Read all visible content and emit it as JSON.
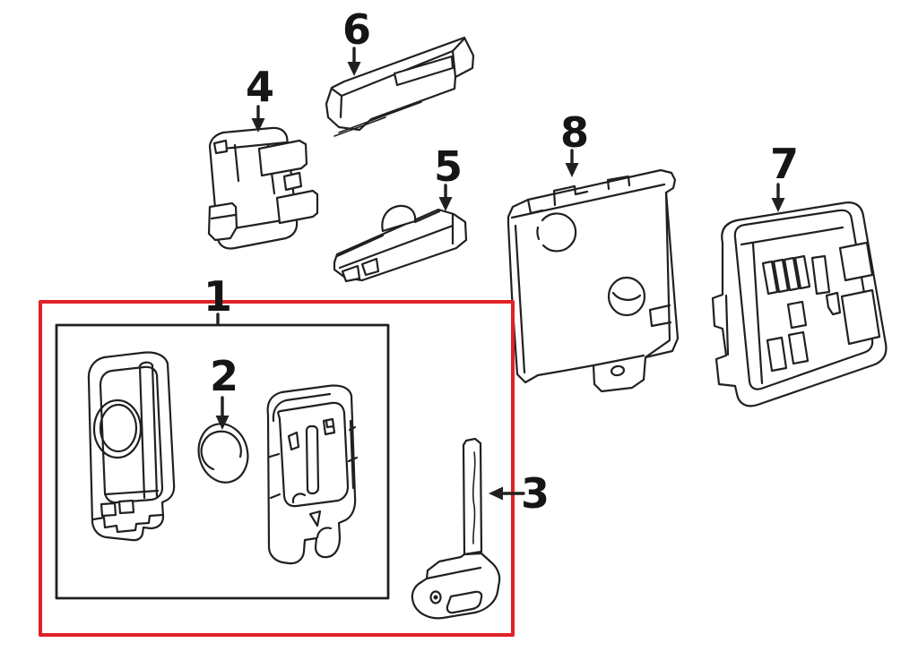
{
  "canvas": {
    "background": "#ffffff"
  },
  "colors": {
    "line": "#231f20",
    "highlight": "#e02227"
  },
  "callouts": [
    {
      "label": "1"
    },
    {
      "label": "2"
    },
    {
      "label": "3"
    },
    {
      "label": "4"
    },
    {
      "label": "5"
    },
    {
      "label": "6"
    },
    {
      "label": "7"
    },
    {
      "label": "8"
    }
  ]
}
